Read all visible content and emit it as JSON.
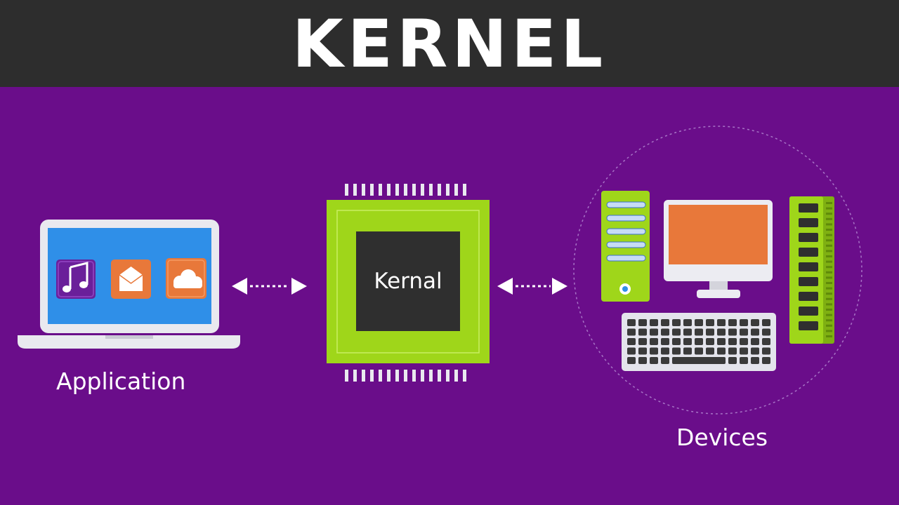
{
  "title": "KERNEL",
  "application": {
    "label": "Application",
    "icons": [
      "music-note-icon",
      "mail-icon",
      "cloud-icon"
    ]
  },
  "kernel": {
    "label": "Kernal"
  },
  "devices": {
    "label": "Devices",
    "items": [
      "tower-pc-icon",
      "monitor-icon",
      "ram-module-icon",
      "keyboard-icon"
    ]
  },
  "colors": {
    "background": "#6a0d8a",
    "title_bar": "#2d2d2d",
    "chip_green": "#9fd61a",
    "chip_core": "#2f2f2f",
    "screen_blue": "#2f8fe8",
    "accent_orange": "#e8783a",
    "icon_purple": "#6a1f9a"
  }
}
